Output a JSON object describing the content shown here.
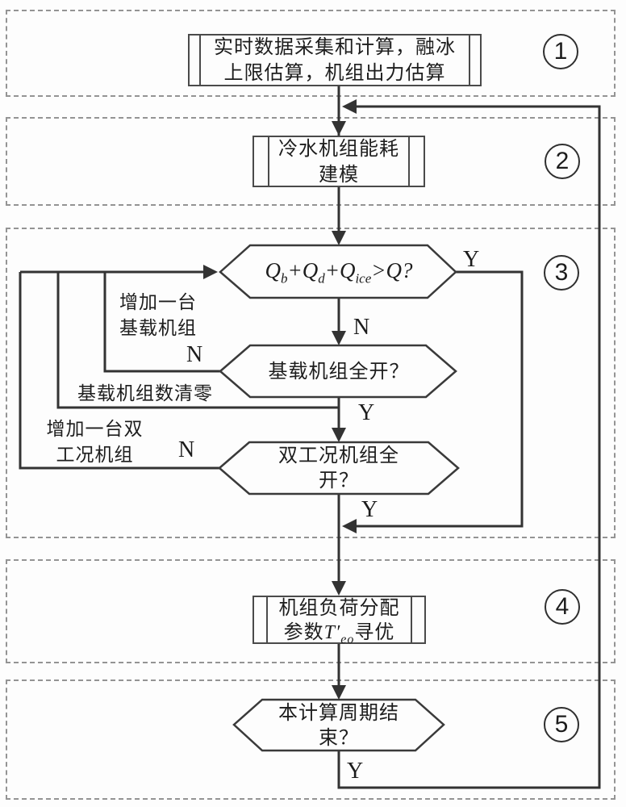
{
  "steps": {
    "s1": "1",
    "s2": "2",
    "s3": "3",
    "s4": "4",
    "s5": "5"
  },
  "boxes": {
    "box1": {
      "line1": "实时数据采集和计算，融冰",
      "line2": "上限估算，机组出力估算"
    },
    "box2": {
      "line1": "冷水机组能耗",
      "line2": "建模"
    },
    "box4": {
      "line1": "机组负荷分配",
      "pre": "参数",
      "var": "T′",
      "sub": "eo",
      "post": "寻优"
    }
  },
  "decisions": {
    "d1": {
      "q1": "Q",
      "s1": "b",
      "plus1": "+",
      "q2": "Q",
      "s2": "d",
      "plus2": "+",
      "q3": "Q",
      "s3": "ice",
      "gt": ">",
      "q4": "Q",
      "qm": "?"
    },
    "d2": {
      "label": "基载机组全开？"
    },
    "d3": {
      "line1": "双工况机组全",
      "line2": "开？"
    },
    "d5": {
      "line1": "本计算周期结",
      "line2": "束？"
    }
  },
  "branches": {
    "d1_yes": "Y",
    "d1_no": "N",
    "d2_yes": "Y",
    "d2_no": "N",
    "d3_yes": "Y",
    "d3_no": "N",
    "d5_yes": "Y"
  },
  "edge_labels": {
    "add_base_line1": "增加一台",
    "add_base_line2": "基载机组",
    "reset_base": "基载机组数清零",
    "add_dual_line1": "增加一台双",
    "add_dual_line2": "工况机组"
  },
  "colors": {
    "line": "#333333",
    "dash": "#949494",
    "ink": "#1d1d1d"
  }
}
